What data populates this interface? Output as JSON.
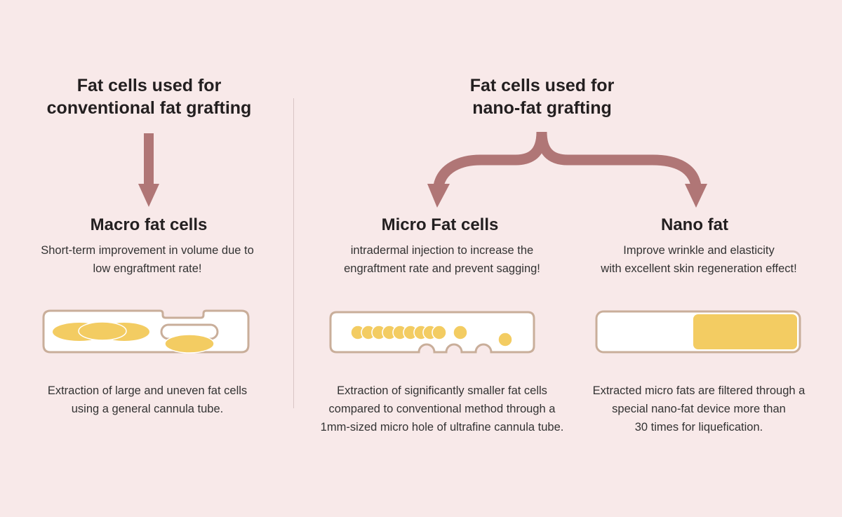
{
  "left": {
    "title_line1": "Fat cells used for",
    "title_line2": "conventional fat grafting",
    "sections": [
      {
        "heading": "Macro fat cells",
        "desc_line1": "Short-term improvement in volume due to",
        "desc_line2": "low engraftment rate!",
        "foot_line1": "Extraction of large and uneven fat cells",
        "foot_line2": "using a general cannula tube."
      }
    ]
  },
  "right": {
    "title_line1": "Fat cells used for",
    "title_line2": "nano-fat grafting",
    "sections": [
      {
        "heading": "Micro Fat cells",
        "desc_line1": "intradermal injection to increase the",
        "desc_line2": "engraftment rate and prevent sagging!",
        "foot_line1": "Extraction of significantly smaller fat cells",
        "foot_line2": "compared to conventional method through a",
        "foot_line3": "1mm-sized micro hole of ultrafine cannula tube."
      },
      {
        "heading": "Nano fat",
        "desc_line1": "Improve wrinkle and elasticity",
        "desc_line2": "with excellent skin regeneration effect!",
        "foot_line1": "Extracted micro fats are filtered through a",
        "foot_line2": "special nano-fat device more than",
        "foot_line3": "30 times for liquefication."
      }
    ]
  },
  "colors": {
    "background": "#f8e9e9",
    "arrow": "#b07676",
    "tube_stroke": "#c9ae9a",
    "fat": "#f3cc62"
  }
}
